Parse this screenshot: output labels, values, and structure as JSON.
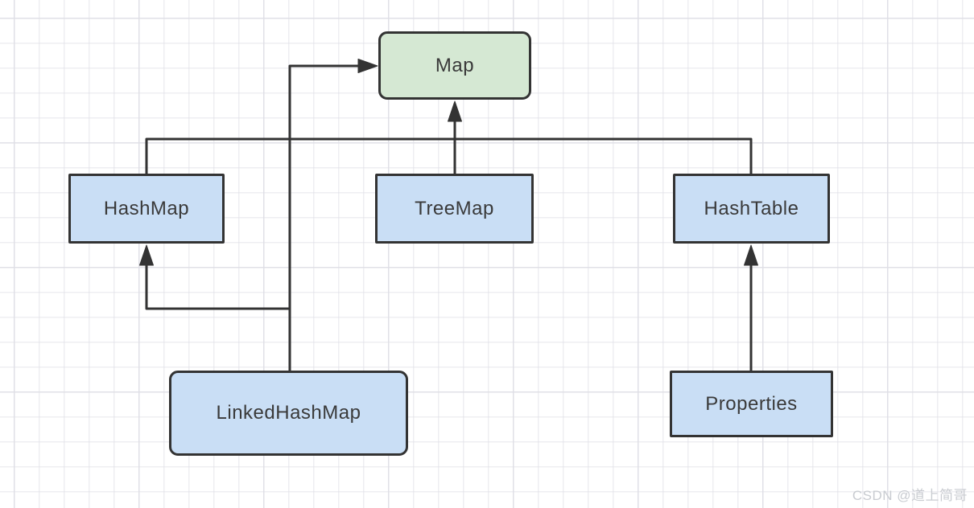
{
  "diagram": {
    "type": "class-hierarchy",
    "stroke_color": "#333333",
    "grid_color": "#e8e8ee",
    "nodes": [
      {
        "id": "map",
        "label": "Map",
        "fill": "#d5e8d3",
        "shape": "rounded"
      },
      {
        "id": "hashmap",
        "label": "HashMap",
        "fill": "#c9def5",
        "shape": "rect"
      },
      {
        "id": "treemap",
        "label": "TreeMap",
        "fill": "#c9def5",
        "shape": "rect"
      },
      {
        "id": "hashtable",
        "label": "HashTable",
        "fill": "#c9def5",
        "shape": "rect"
      },
      {
        "id": "linkedhashmap",
        "label": "LinkedHashMap",
        "fill": "#c9def5",
        "shape": "rounded"
      },
      {
        "id": "properties",
        "label": "Properties",
        "fill": "#c9def5",
        "shape": "rect"
      }
    ],
    "edges": [
      {
        "from": "hashmap",
        "to": "map",
        "arrow": "solid-triangle"
      },
      {
        "from": "treemap",
        "to": "map",
        "arrow": "solid-triangle"
      },
      {
        "from": "hashtable",
        "to": "map",
        "arrow": "solid-triangle"
      },
      {
        "from": "linkedhashmap",
        "to": "map",
        "arrow": "solid-triangle"
      },
      {
        "from": "linkedhashmap",
        "to": "hashmap",
        "arrow": "solid-triangle"
      },
      {
        "from": "properties",
        "to": "hashtable",
        "arrow": "solid-triangle"
      }
    ]
  },
  "watermark": {
    "text": "CSDN @道上简哥",
    "color": "#c9ccd1"
  }
}
